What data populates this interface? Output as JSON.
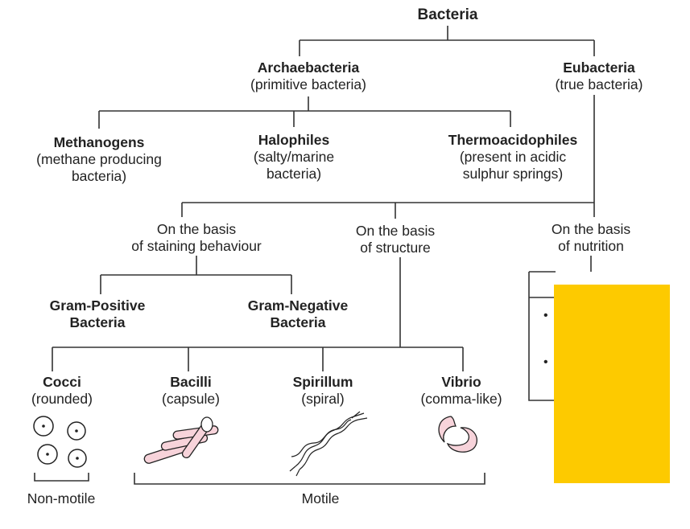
{
  "root": "Bacteria",
  "archae": {
    "title": "Archaebacteria",
    "sub": "(primitive bacteria)"
  },
  "eu": {
    "title": "Eubacteria",
    "sub": "(true bacteria)"
  },
  "methanogens": {
    "title": "Methanogens",
    "sub1": "(methane producing",
    "sub2": "bacteria)"
  },
  "halophiles": {
    "title": "Halophiles",
    "sub1": "(salty/marine",
    "sub2": "bacteria)"
  },
  "thermo": {
    "title": "Thermoacidophiles",
    "sub1": "(present in acidic",
    "sub2": "sulphur springs)"
  },
  "basis_staining": {
    "l1": "On the basis",
    "l2": "of staining behaviour"
  },
  "basis_structure": {
    "l1": "On the basis",
    "l2": "of structure"
  },
  "basis_nutrition": {
    "l1": "On the basis",
    "l2": "of nutrition"
  },
  "gram_pos": {
    "l1": "Gram-Positive",
    "l2": "Bacteria"
  },
  "gram_neg": {
    "l1": "Gram-Negative",
    "l2": "Bacteria"
  },
  "cocci": {
    "title": "Cocci",
    "sub": "(rounded)"
  },
  "bacilli": {
    "title": "Bacilli",
    "sub": "(capsule)"
  },
  "spirillum": {
    "title": "Spirillum",
    "sub": "(spiral)"
  },
  "vibrio": {
    "title": "Vibrio",
    "sub": "(comma-like)"
  },
  "non_motile": "Non-motile",
  "motile": "Motile",
  "bullet_char": "•",
  "colors": {
    "line": "#333333",
    "cover": "#FDCA00",
    "cell_fill": "#F7D3DA",
    "cell_stroke": "#222222"
  }
}
